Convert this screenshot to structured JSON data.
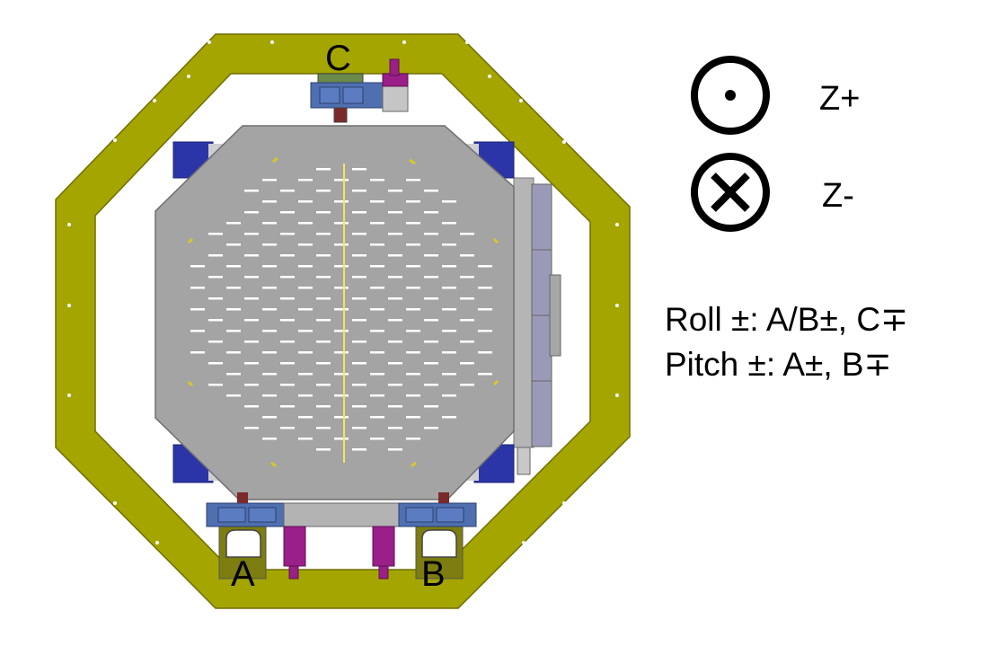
{
  "supports": {
    "a": "A",
    "b": "B",
    "c": "C"
  },
  "legend": {
    "z_plus": "Z+",
    "z_minus": "Z-",
    "roll": "Roll ±: A/B±, C∓",
    "pitch": "Pitch ±: A±, B∓"
  },
  "colors": {
    "frame": "#a5a500",
    "plate": "#a4a4a4",
    "corner_blocks": "#2b35a8",
    "actuator": "#9a1f88",
    "clamp": "#4f6fb0",
    "center_line": "#f2e65a"
  },
  "icons": [
    "z-plus-out-of-page-icon",
    "z-minus-into-page-icon"
  ]
}
